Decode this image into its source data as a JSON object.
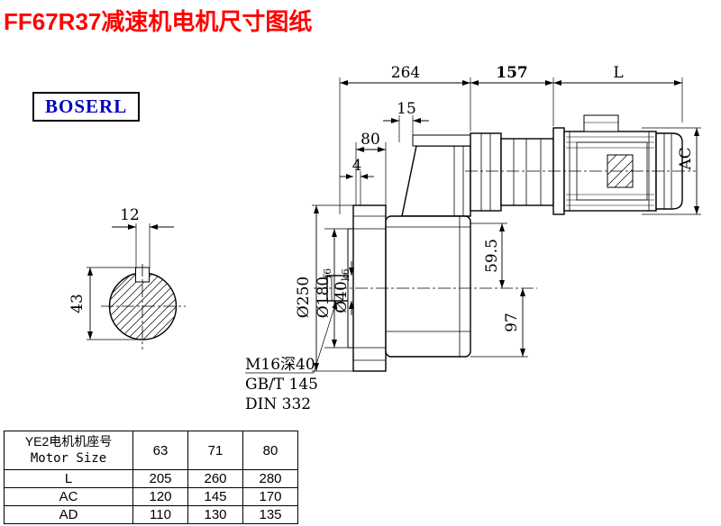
{
  "page": {
    "title": "FF67R37减速机电机尺寸图纸",
    "logo_text": "BOSERL"
  },
  "colors": {
    "title_red": "#ff0000",
    "logo_blue": "#0000bb"
  },
  "dims": {
    "top_264": "264",
    "top_157": "157",
    "top_L": "L",
    "d15": "15",
    "d80": "80",
    "d4": "4",
    "d59_5": "59.5",
    "d97": "97",
    "dAC": "AC",
    "d250": "Ø250",
    "d180": "Ø180",
    "d180_tol": "f6",
    "d40": "Ø40",
    "d40_tol": "k6",
    "d12": "12",
    "d43": "43"
  },
  "notes": {
    "line1": "M16深40",
    "line2": "GB/T 145",
    "line3": "DIN 332"
  },
  "table": {
    "header_cn": "YE2电机机座号",
    "header_en": "Motor Size",
    "sizes": [
      "63",
      "71",
      "80"
    ],
    "rows": [
      {
        "label": "L",
        "values": [
          "205",
          "260",
          "280"
        ]
      },
      {
        "label": "AC",
        "values": [
          "120",
          "145",
          "170"
        ]
      },
      {
        "label": "AD",
        "values": [
          "110",
          "130",
          "135"
        ]
      }
    ]
  }
}
